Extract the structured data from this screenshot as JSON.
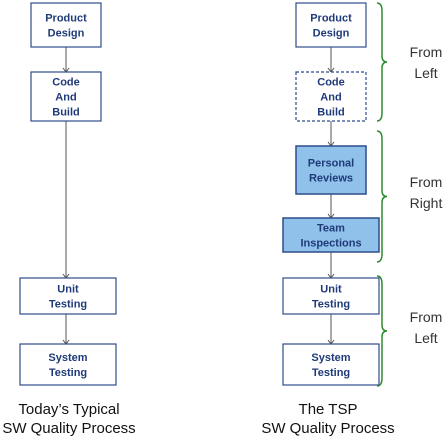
{
  "left_column": {
    "boxes": [
      {
        "key": "product-design",
        "lines": [
          "Product",
          "Design"
        ]
      },
      {
        "key": "code-and-build",
        "lines": [
          "Code",
          "And",
          "Build"
        ]
      },
      {
        "key": "unit-testing",
        "lines": [
          "Unit",
          "Testing"
        ]
      },
      {
        "key": "system-testing",
        "lines": [
          "System",
          "Testing"
        ]
      }
    ],
    "caption": [
      "Today’s Typical",
      "SW Quality Process"
    ]
  },
  "right_column": {
    "boxes": [
      {
        "key": "product-design",
        "lines": [
          "Product",
          "Design"
        ]
      },
      {
        "key": "code-and-build",
        "lines": [
          "Code",
          "And",
          "Build"
        ]
      },
      {
        "key": "personal-reviews",
        "lines": [
          "Personal",
          "Reviews"
        ]
      },
      {
        "key": "team-inspections",
        "lines": [
          "Team",
          "Inspections"
        ]
      },
      {
        "key": "unit-testing",
        "lines": [
          "Unit",
          "Testing"
        ]
      },
      {
        "key": "system-testing",
        "lines": [
          "System",
          "Testing"
        ]
      }
    ],
    "caption": [
      "The TSP",
      "SW Quality Process"
    ]
  },
  "side_labels": [
    {
      "key": "top",
      "lines": [
        "From",
        "Left"
      ]
    },
    {
      "key": "middle",
      "lines": [
        "From",
        "Right"
      ]
    },
    {
      "key": "bottom",
      "lines": [
        "From",
        "Left"
      ]
    }
  ],
  "colors": {
    "box_border": "#2f4c8a",
    "box_text": "#1f3a78",
    "highlight_fill": "#8fc1ea",
    "connector": "#555555",
    "brace": "#2e8b2e"
  }
}
